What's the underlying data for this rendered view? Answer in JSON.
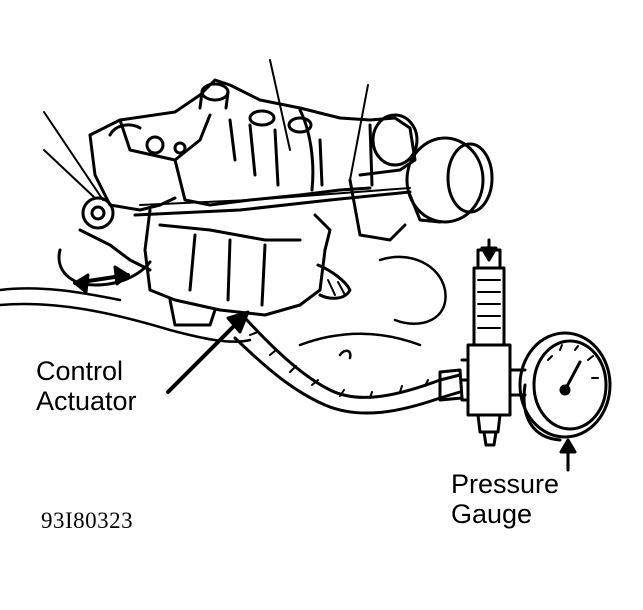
{
  "labels": {
    "control_actuator_line1": "Control",
    "control_actuator_line2": "Actuator",
    "pressure_gauge_line1": "Pressure",
    "pressure_gauge_line2": "Gauge"
  },
  "figure_id": "93I80323",
  "colors": {
    "ink": "#000000",
    "paper": "#ffffff"
  }
}
